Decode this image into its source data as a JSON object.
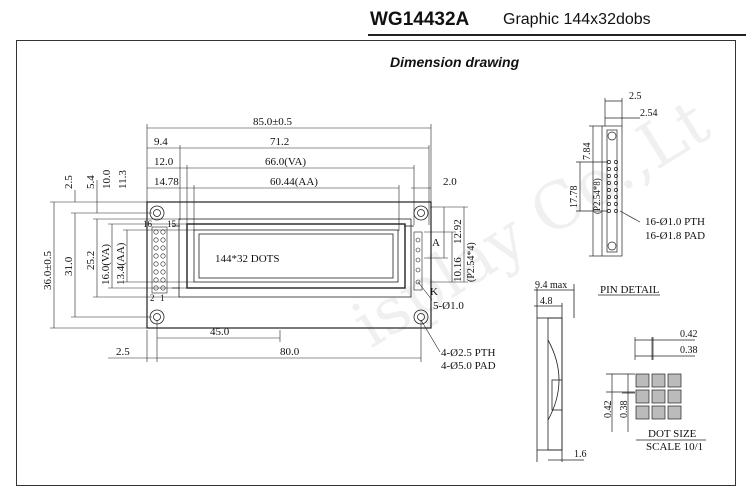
{
  "header": {
    "model": "WG14432A",
    "subtitle": "Graphic 144x32dobs"
  },
  "section_title": "Dimension drawing",
  "watermark": "isplay Co.,Lt",
  "main_view": {
    "overall_width": "85.0±0.5",
    "width_71": "71.2",
    "va_width": "66.0(VA)",
    "aa_width": "60.44(AA)",
    "left_94": "9.4",
    "left_120": "12.0",
    "left_1478": "14.78",
    "right_20": "2.0",
    "hole_45": "45.0",
    "hole_80": "80.0",
    "left_25": "2.5",
    "overall_height": "36.0±0.5",
    "h_31": "31.0",
    "h_252": "25.2",
    "va_height": "16.0(VA)",
    "aa_height": "13.4(AA)",
    "top_25": "2.5",
    "top_54": "5.4",
    "top_100": "10.0",
    "top_113": "11.3",
    "right_1292": "12.92",
    "right_1016": "10.16",
    "right_pitch": "(P2.54*4)",
    "dots": "144*32 DOTS",
    "pin16": "16",
    "pin15": "15",
    "pin2": "2",
    "pin1": "1",
    "label_a": "A",
    "label_k": "K",
    "five_hole": "5-Ø1.0",
    "hole_pth": "4-Ø2.5 PTH",
    "hole_pad": "4-Ø5.0 PAD"
  },
  "pin_view": {
    "top_25": "2.5",
    "top_254": "2.54",
    "h_784": "7.84",
    "h_1778": "17.78",
    "pitch": "(P2.54*8)",
    "pth": "16-Ø1.0 PTH",
    "pad": "16-Ø1.8 PAD"
  },
  "side_view": {
    "max": "9.4 max",
    "w48": "4.8",
    "bottom": "1.6"
  },
  "pin_detail": "PIN DETAIL",
  "dot_size": {
    "w042": "0.42",
    "w038": "0.38",
    "h042": "0.42",
    "h038": "0.38",
    "title": "DOT SIZE",
    "scale": "SCALE 10/1"
  }
}
